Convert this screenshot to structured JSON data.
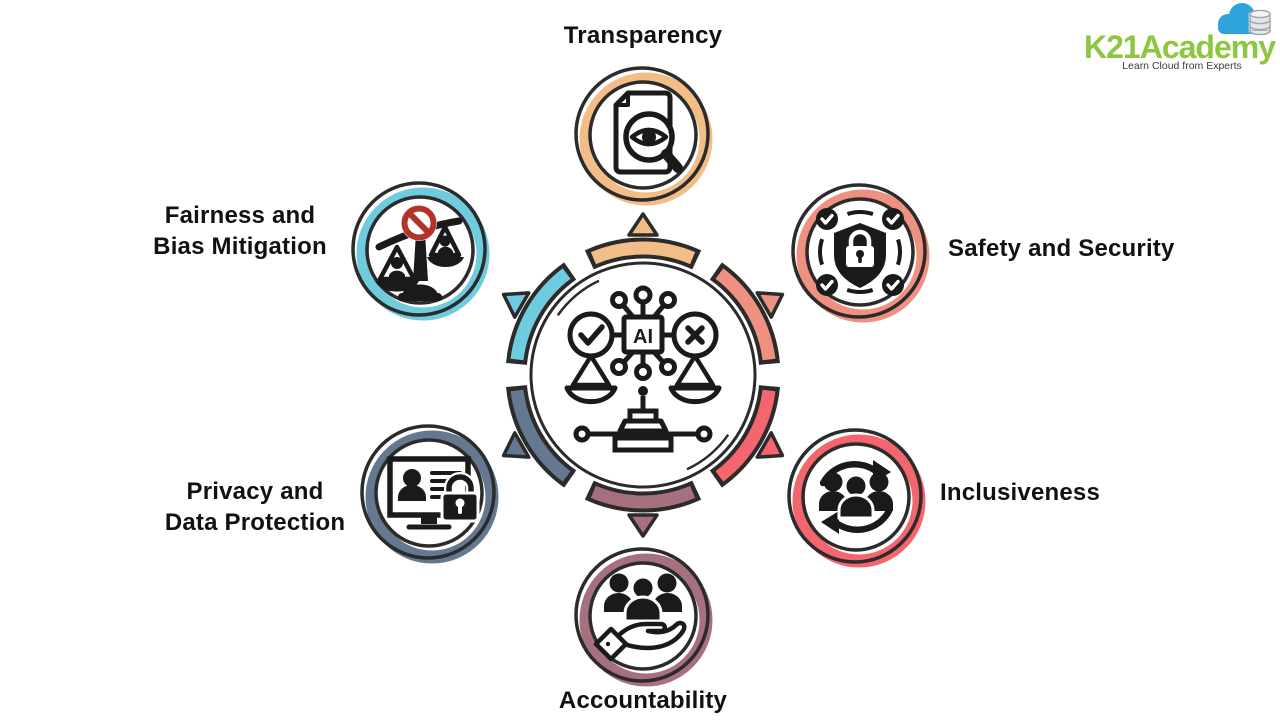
{
  "logo": {
    "brand": "K21Academy",
    "tagline": "Learn Cloud from Experts",
    "brand_color": "#8DC63F",
    "cloud_color": "#2FA3DC"
  },
  "center": {
    "ai_label": "AI",
    "description": "AI ethics balance scale with check and cross"
  },
  "principles": [
    {
      "id": "transparency",
      "label": "Transparency",
      "color": "#F2BD86",
      "icon": "document-magnifier-eye-icon"
    },
    {
      "id": "safety-and-security",
      "label": "Safety and Security",
      "color": "#EF9181",
      "icon": "shield-lock-checks-icon"
    },
    {
      "id": "inclusiveness",
      "label": "Inclusiveness",
      "color": "#F4666E",
      "icon": "people-rotation-arrows-icon"
    },
    {
      "id": "accountability",
      "label": "Accountability",
      "color": "#A6707F",
      "icon": "hand-holding-people-icon"
    },
    {
      "id": "privacy",
      "label_line1": "Privacy and",
      "label_line2": "Data Protection",
      "color": "#64798F",
      "icon": "monitor-user-lock-icon"
    },
    {
      "id": "fairness",
      "label_line1": "Fairness and",
      "label_line2": "Bias Mitigation",
      "color": "#6FCBDE",
      "icon": "unbalanced-scale-prohibition-icon"
    }
  ]
}
